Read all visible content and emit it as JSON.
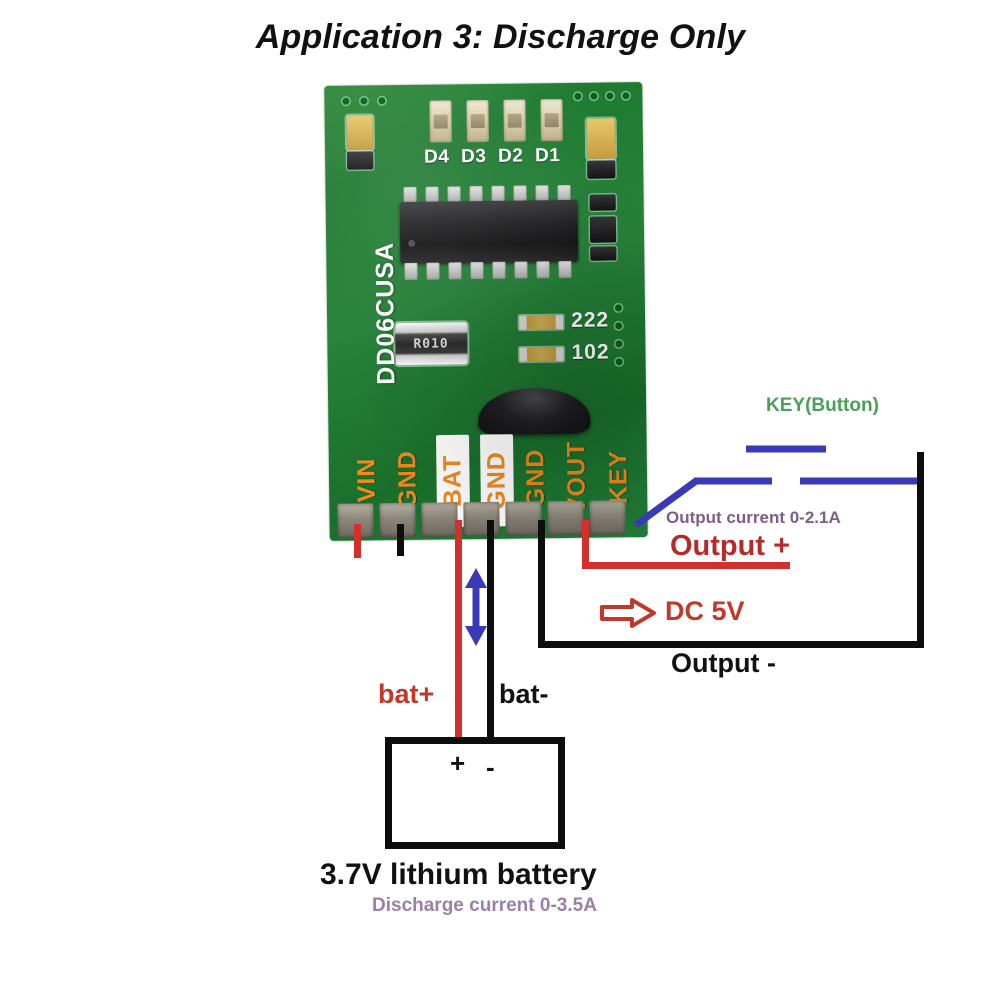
{
  "title": "Application 3: Discharge Only",
  "board": {
    "part_number": "DD06CUSA",
    "leds": [
      "D4",
      "D3",
      "D2",
      "D1"
    ],
    "resistor_label": "R010",
    "silk_values": [
      "222",
      "102"
    ],
    "pins": [
      {
        "name": "VIN",
        "style": "orange"
      },
      {
        "name": "GND",
        "style": "orange"
      },
      {
        "name": "BAT",
        "style": "boxed"
      },
      {
        "name": "GND",
        "style": "boxed"
      },
      {
        "name": "GND",
        "style": "orange"
      },
      {
        "name": "VOUT",
        "style": "orange"
      },
      {
        "name": "KEY",
        "style": "orange"
      }
    ]
  },
  "annotations": {
    "key_button": "KEY(Button)",
    "output_current": "Output current 0-2.1A",
    "output_plus": "Output +",
    "dc_5v": "DC 5V",
    "output_minus": "Output -",
    "bat_plus": "bat+",
    "bat_minus": "bat-",
    "battery_plus_terminal": "+",
    "battery_minus_terminal": "-",
    "battery_name": "3.7V lithium battery",
    "discharge_current": "Discharge current 0-3.5A"
  },
  "colors": {
    "pcb_green": "#1f7a31",
    "silk_orange": "#f08a1e",
    "wire_red": "#d32f2f",
    "wire_black": "#0d0d0d",
    "wire_blue": "#3a3ab4",
    "key_green": "#4aa05a",
    "purple_note": "#7a5f86",
    "output_red": "#b52b2b"
  }
}
